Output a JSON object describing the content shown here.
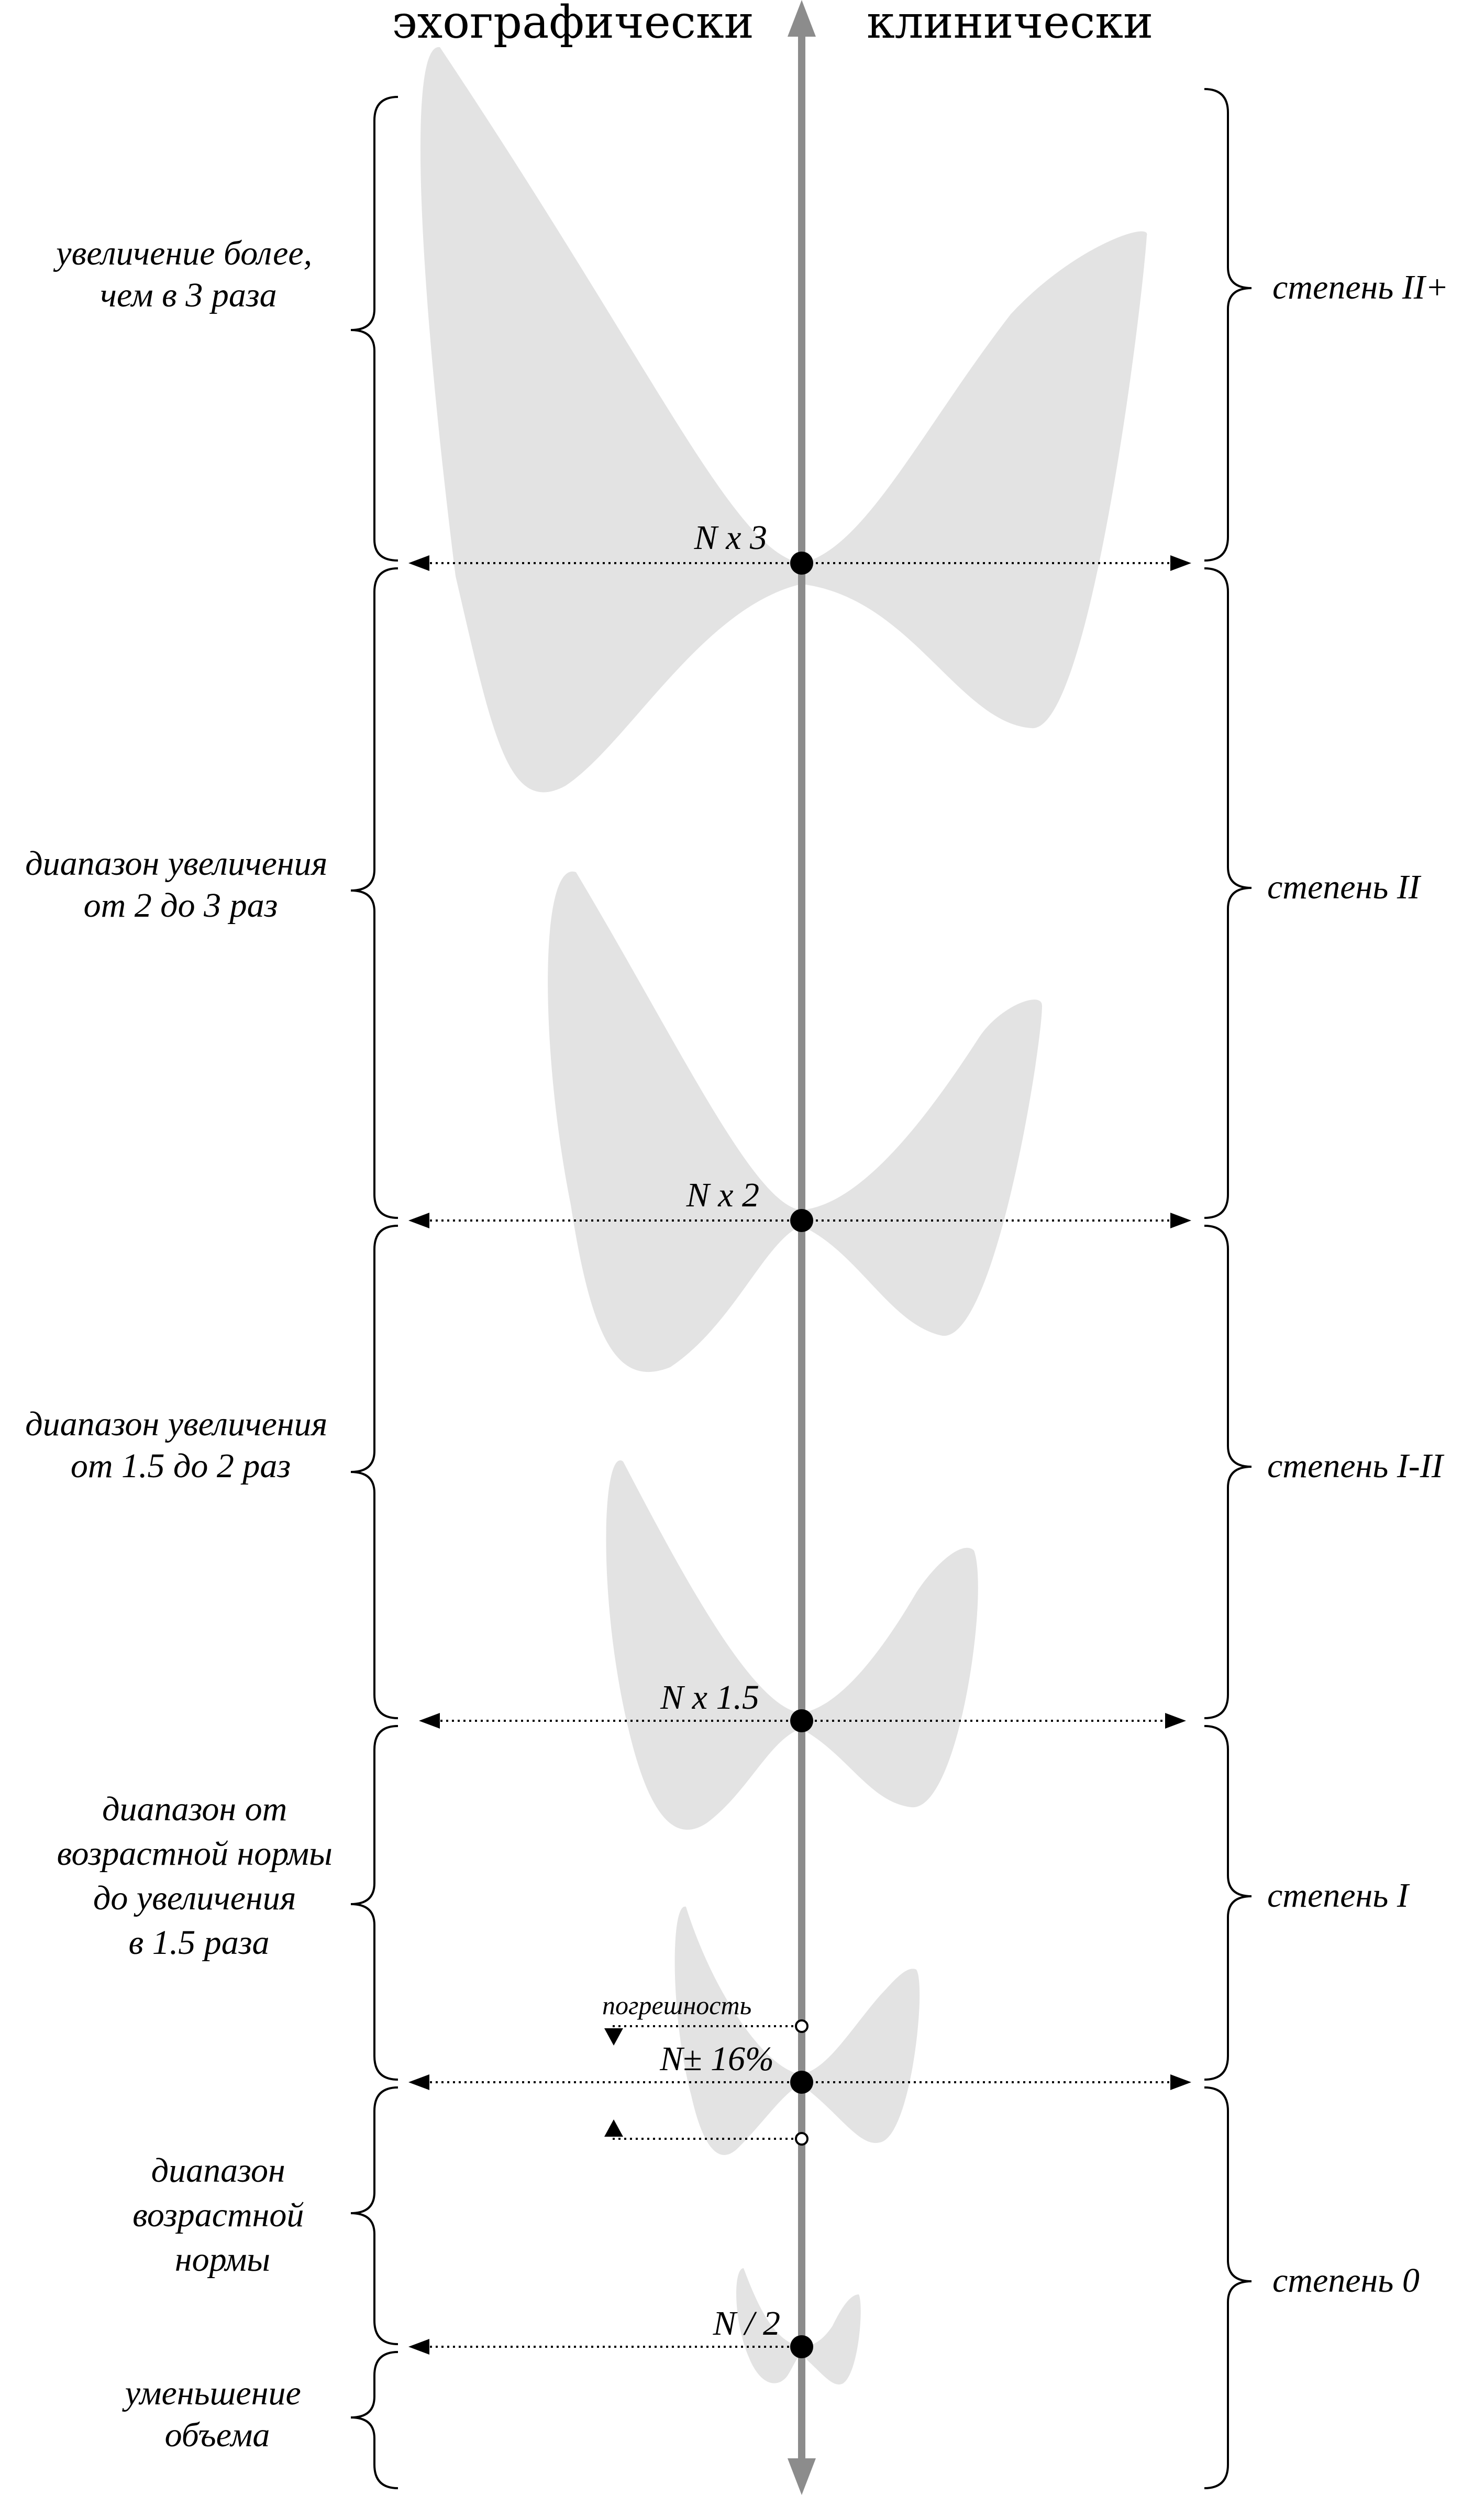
{
  "header": {
    "left": "эхографически",
    "right": "клинически"
  },
  "markers": {
    "n3": "N x 3",
    "n2": "N x 2",
    "n15": "N x 1.5",
    "n16": "N± 16%",
    "nhalf": "N / 2",
    "error": "погрешность"
  },
  "left_ranges": [
    [
      "увеличение более,",
      "чем в 3 раза"
    ],
    [
      "диапазон увеличения",
      "от 2 до 3 раз"
    ],
    [
      "диапазон увеличения",
      "от 1.5 до 2 раз"
    ],
    [
      "диапазон от",
      "возрастной нормы",
      "до увеличения",
      "в 1.5 раза"
    ],
    [
      "диапазон",
      "возрастной",
      "нормы"
    ],
    [
      "уменьшение",
      "объема"
    ]
  ],
  "right_grades": [
    "степень II+",
    "степень II",
    "степень I-II",
    "степень I",
    "степень 0"
  ],
  "colors": {
    "axis": "#8c8c8c",
    "lobe_fill": "#e3e3e3",
    "line": "#000000"
  }
}
